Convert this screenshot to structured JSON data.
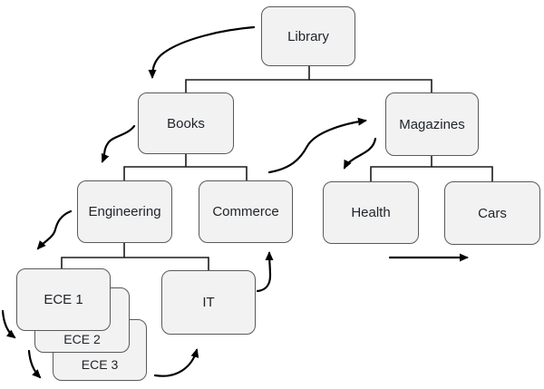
{
  "colors": {
    "background": "#ffffff",
    "node_fill": "#f2f2f2",
    "node_border": "#5a5a5a",
    "node_text": "#1f2329",
    "connector": "#1c1c1c",
    "arrow": "#000000"
  },
  "nodes": {
    "library": {
      "label": "Library"
    },
    "books": {
      "label": "Books"
    },
    "magazines": {
      "label": "Magazines"
    },
    "engineering": {
      "label": "Engineering"
    },
    "commerce": {
      "label": "Commerce"
    },
    "health": {
      "label": "Health"
    },
    "cars": {
      "label": "Cars"
    },
    "ece1": {
      "label": "ECE 1"
    },
    "ece2": {
      "label": "ECE 2"
    },
    "ece3": {
      "label": "ECE 3"
    },
    "it": {
      "label": "IT"
    }
  },
  "hierarchy": {
    "Library": [
      "Books",
      "Magazines"
    ],
    "Books": [
      "Engineering",
      "Commerce"
    ],
    "Engineering": [
      "ECE 1",
      "IT"
    ],
    "Magazines": [
      "Health",
      "Cars"
    ]
  },
  "ece_stack": [
    "ECE 1",
    "ECE 2",
    "ECE 3"
  ],
  "traversal_arrows": [
    {
      "from": "Library",
      "to": "Books"
    },
    {
      "from": "Books",
      "to": "Engineering"
    },
    {
      "from": "Engineering",
      "to": "ECE 1"
    },
    {
      "from": "ECE 1",
      "to": "ECE 2"
    },
    {
      "from": "ECE 2",
      "to": "ECE 3"
    },
    {
      "from": "ECE 3",
      "to": "IT"
    },
    {
      "from": "IT",
      "to": "Commerce"
    },
    {
      "from": "Commerce",
      "to": "Magazines"
    },
    {
      "from": "Magazines",
      "to": "Health"
    },
    {
      "from": "Health",
      "to": "Cars"
    }
  ]
}
